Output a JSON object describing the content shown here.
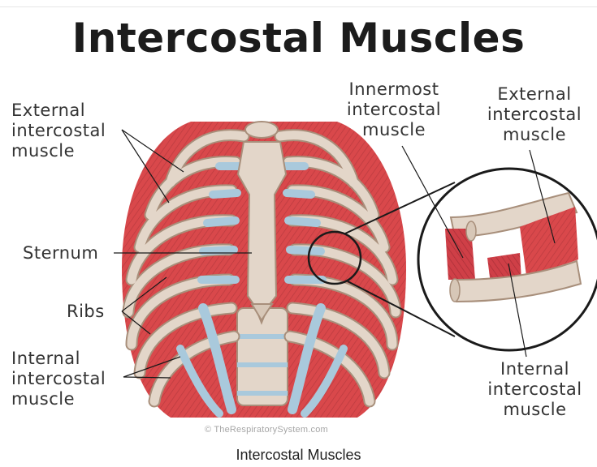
{
  "title": "Intercostal Muscles",
  "labels": {
    "external_left": "External\nintercostal\nmuscle",
    "sternum": "Sternum",
    "ribs": "Ribs",
    "internal_left": "Internal\nintercostal\nmuscle",
    "innermost": "Innermost\nintercostal\nmuscle",
    "external_right": "External\nintercostal\nmuscle",
    "internal_right": "Internal\nintercostal\nmuscle"
  },
  "credit": "© TheRespiratorySystem.com",
  "caption": "Intercostal Muscles",
  "colors": {
    "muscle": "#d9484b",
    "muscle_dark": "#b8333a",
    "bone": "#e3d6c9",
    "bone_edge": "#a88f7b",
    "cartilage": "#a9c9dc",
    "text": "#333333"
  }
}
